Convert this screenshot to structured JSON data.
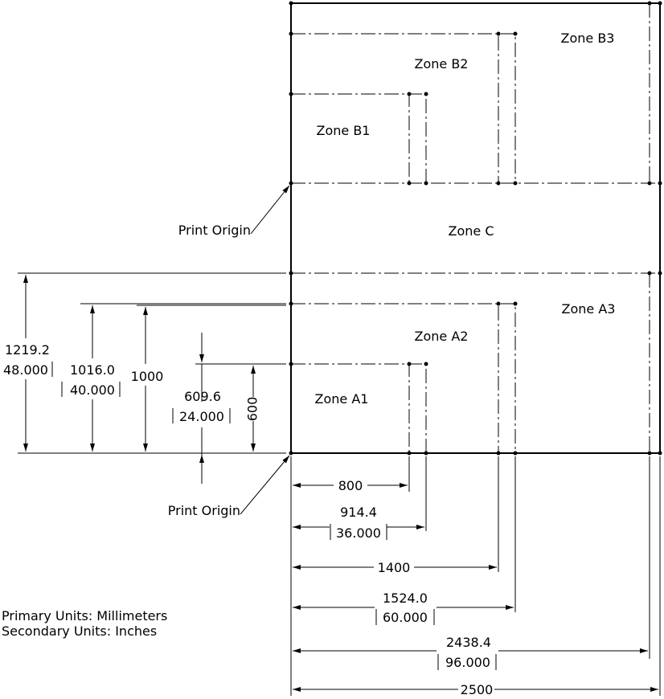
{
  "zones": {
    "b3": "Zone B3",
    "b2": "Zone B2",
    "b1": "Zone B1",
    "c": "Zone C",
    "a3": "Zone A3",
    "a2": "Zone A2",
    "a1": "Zone A1"
  },
  "print_origin_top": "Print Origin",
  "print_origin_bottom": "Print Origin",
  "vertical_dims": {
    "d1219": {
      "primary": "1219.2",
      "secondary": "48.000"
    },
    "d1016": {
      "primary": "1016.0",
      "secondary": "40.000"
    },
    "d1000": {
      "primary": "1000"
    },
    "d609": {
      "primary": "609.6",
      "secondary": "24.000"
    },
    "d600": {
      "primary": "600"
    }
  },
  "horizontal_dims": {
    "d800": {
      "primary": "800"
    },
    "d914": {
      "primary": "914.4",
      "secondary": "36.000"
    },
    "d1400": {
      "primary": "1400"
    },
    "d1524": {
      "primary": "1524.0",
      "secondary": "60.000"
    },
    "d2438": {
      "primary": "2438.4",
      "secondary": "96.000"
    },
    "d2500": {
      "primary": "2500"
    }
  },
  "units_note": {
    "primary": "Primary Units: Millimeters",
    "secondary": "Secondary Units: Inches"
  },
  "colors": {
    "plate_fill": "#c8c8c8",
    "line": "#000000",
    "background": "#ffffff"
  }
}
